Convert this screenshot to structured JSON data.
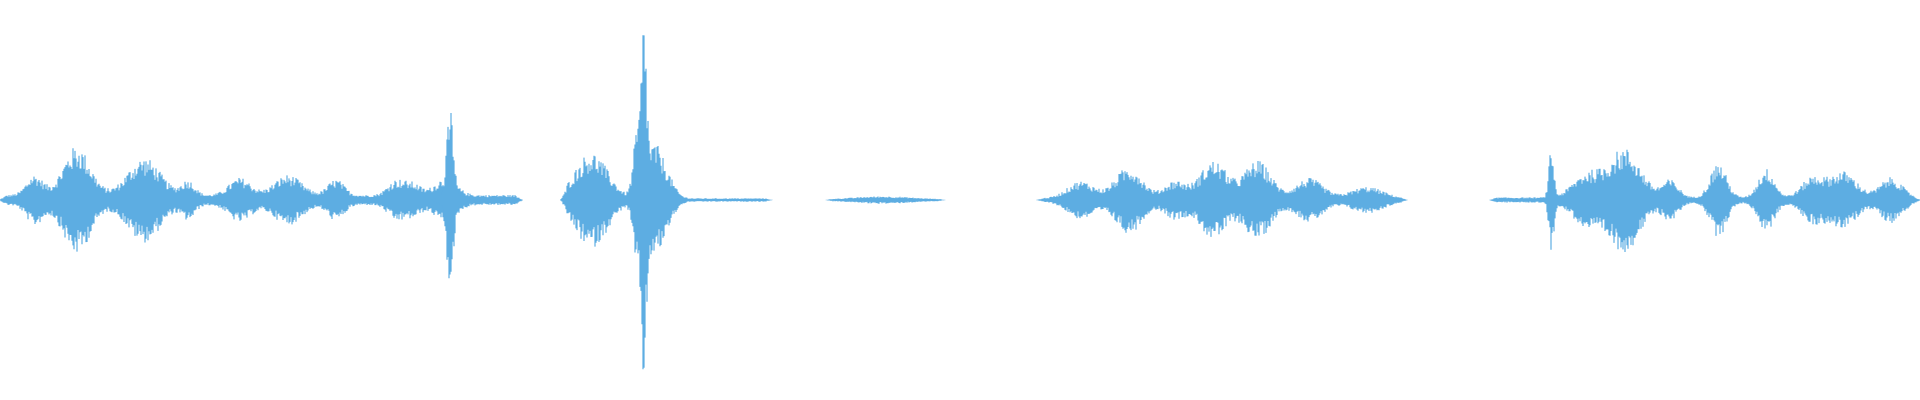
{
  "waveform": {
    "color": "#5DADE2",
    "background": "#FFFFFF",
    "amplitude_scale": [
      -1,
      1
    ],
    "duration_fraction_axis": [
      0,
      1
    ],
    "segments": [
      {
        "start": 0.0,
        "end": 0.272,
        "base": 0.035,
        "peaks": [
          [
            0.04,
            0.34,
            0.01
          ],
          [
            0.075,
            0.26,
            0.012
          ],
          [
            0.098,
            0.1,
            0.005
          ],
          [
            0.125,
            0.12,
            0.008
          ],
          [
            0.15,
            0.14,
            0.01
          ],
          [
            0.175,
            0.11,
            0.006
          ],
          [
            0.206,
            0.1,
            0.006
          ],
          [
            0.232,
            0.12,
            0.008
          ],
          [
            0.215,
            0.08,
            0.006
          ],
          [
            0.018,
            0.14,
            0.006
          ]
        ]
      },
      {
        "start": 0.225,
        "end": 0.245,
        "base": 0.03,
        "peaks": [
          [
            0.2345,
            0.62,
            0.0025
          ]
        ]
      },
      {
        "start": 0.245,
        "end": 0.268,
        "base": 0.004,
        "peaks": []
      },
      {
        "start": 0.292,
        "end": 0.402,
        "base": 0.012,
        "peaks": [
          [
            0.308,
            0.32,
            0.012
          ],
          [
            0.332,
            0.44,
            0.003
          ],
          [
            0.3355,
            0.98,
            0.0018
          ],
          [
            0.34,
            0.34,
            0.006
          ],
          [
            0.347,
            0.14,
            0.006
          ]
        ]
      },
      {
        "start": 0.43,
        "end": 0.492,
        "base": 0.006,
        "peaks": [
          [
            0.46,
            0.02,
            0.02
          ]
        ]
      },
      {
        "start": 0.54,
        "end": 0.733,
        "base": 0.012,
        "peaks": [
          [
            0.563,
            0.12,
            0.01
          ],
          [
            0.588,
            0.22,
            0.01
          ],
          [
            0.612,
            0.12,
            0.008
          ],
          [
            0.632,
            0.26,
            0.01
          ],
          [
            0.655,
            0.26,
            0.01
          ],
          [
            0.682,
            0.14,
            0.01
          ],
          [
            0.712,
            0.08,
            0.012
          ]
        ]
      },
      {
        "start": 0.776,
        "end": 1.0,
        "base": 0.018,
        "peaks": [
          [
            0.808,
            0.34,
            0.0018
          ],
          [
            0.826,
            0.16,
            0.01
          ],
          [
            0.846,
            0.34,
            0.012
          ],
          [
            0.87,
            0.12,
            0.006
          ],
          [
            0.895,
            0.24,
            0.006
          ],
          [
            0.92,
            0.2,
            0.006
          ],
          [
            0.944,
            0.14,
            0.008
          ],
          [
            0.96,
            0.18,
            0.01
          ],
          [
            0.985,
            0.14,
            0.008
          ]
        ]
      }
    ]
  }
}
